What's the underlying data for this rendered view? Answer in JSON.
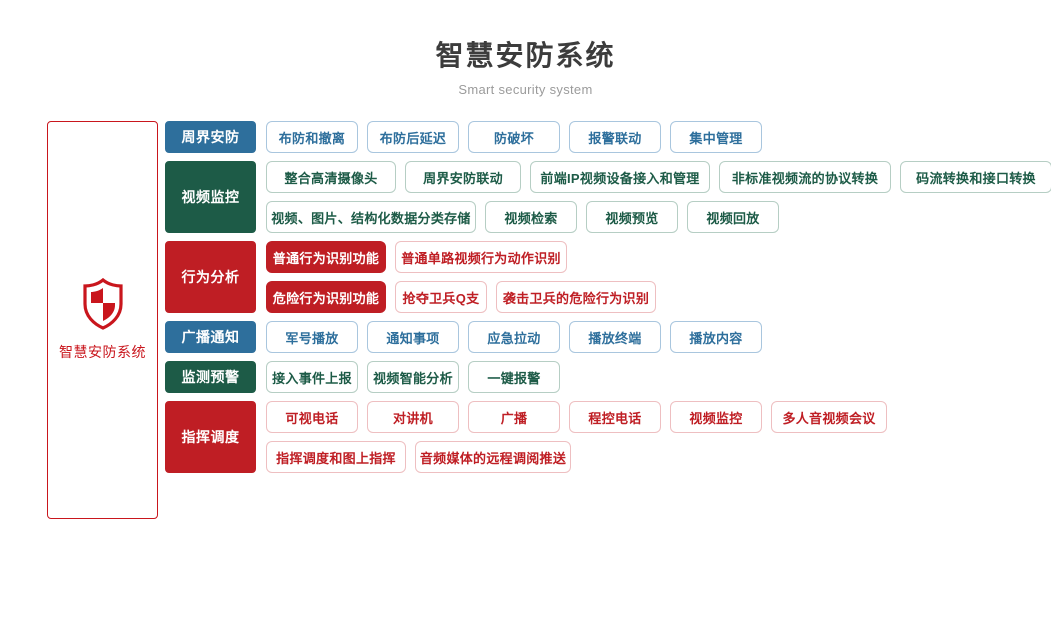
{
  "header": {
    "title": "智慧安防系统",
    "subtitle": "Smart security system"
  },
  "root": {
    "label": "智慧安防系统",
    "icon": "shield-icon",
    "border_color": "#c9161d",
    "text_color": "#c9161d"
  },
  "colors": {
    "blue": "#2e6f9c",
    "green": "#1d5b47",
    "red": "#bf1e24",
    "blue_border": "#a9c6de",
    "green_border": "#b6cec4",
    "red_border": "#eebfc1",
    "title": "#3c3c3c",
    "subtitle": "#9b9b9b"
  },
  "rows": [
    {
      "category": "周界安防",
      "color": "blue",
      "lines": [
        [
          {
            "label": "布防和撤离",
            "style": "outline"
          },
          {
            "label": "布防后延迟",
            "style": "outline"
          },
          {
            "label": "防破坏",
            "style": "outline"
          },
          {
            "label": "报警联动",
            "style": "outline"
          },
          {
            "label": "集中管理",
            "style": "outline"
          }
        ]
      ]
    },
    {
      "category": "视频监控",
      "color": "green",
      "lines": [
        [
          {
            "label": "整合高清摄像头",
            "style": "outline"
          },
          {
            "label": "周界安防联动",
            "style": "outline"
          },
          {
            "label": "前端IP视频设备接入和管理",
            "style": "outline"
          },
          {
            "label": "非标准视频流的协议转换",
            "style": "outline"
          },
          {
            "label": "码流转换和接口转换",
            "style": "outline"
          }
        ],
        [
          {
            "label": "视频、图片、结构化数据分类存储",
            "style": "outline"
          },
          {
            "label": "视频检索",
            "style": "outline"
          },
          {
            "label": "视频预览",
            "style": "outline"
          },
          {
            "label": "视频回放",
            "style": "outline"
          }
        ]
      ]
    },
    {
      "category": "行为分析",
      "color": "red",
      "lines": [
        [
          {
            "label": "普通行为识别功能",
            "style": "solid"
          },
          {
            "label": "普通单路视频行为动作识别",
            "style": "outline"
          }
        ],
        [
          {
            "label": "危险行为识别功能",
            "style": "solid"
          },
          {
            "label": "抢夺卫兵Q支",
            "style": "outline"
          },
          {
            "label": "袭击卫兵的危险行为识别",
            "style": "outline"
          }
        ]
      ]
    },
    {
      "category": "广播通知",
      "color": "blue",
      "lines": [
        [
          {
            "label": "军号播放",
            "style": "outline"
          },
          {
            "label": "通知事项",
            "style": "outline"
          },
          {
            "label": "应急拉动",
            "style": "outline"
          },
          {
            "label": "播放终端",
            "style": "outline"
          },
          {
            "label": "播放内容",
            "style": "outline"
          }
        ]
      ]
    },
    {
      "category": "监测预警",
      "color": "green",
      "lines": [
        [
          {
            "label": "接入事件上报",
            "style": "outline"
          },
          {
            "label": "视频智能分析",
            "style": "outline"
          },
          {
            "label": "一键报警",
            "style": "outline"
          }
        ]
      ]
    },
    {
      "category": "指挥调度",
      "color": "red",
      "lines": [
        [
          {
            "label": "可视电话",
            "style": "outline"
          },
          {
            "label": "对讲机",
            "style": "outline"
          },
          {
            "label": "广播",
            "style": "outline"
          },
          {
            "label": "程控电话",
            "style": "outline"
          },
          {
            "label": "视频监控",
            "style": "outline"
          },
          {
            "label": "多人音视频会议",
            "style": "outline"
          }
        ],
        [
          {
            "label": "指挥调度和图上指挥",
            "style": "outline"
          },
          {
            "label": "音频媒体的远程调阅推送",
            "style": "outline"
          }
        ]
      ]
    }
  ]
}
